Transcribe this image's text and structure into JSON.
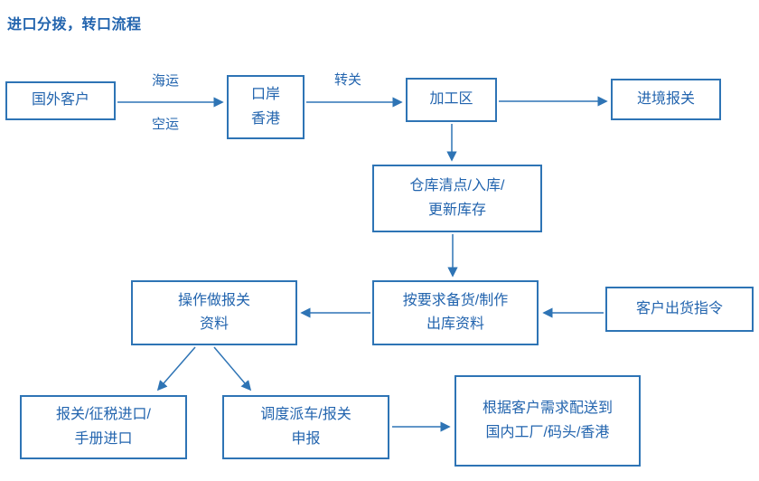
{
  "title": "进口分拨，转口流程",
  "colors": {
    "accent": "#2E74B5",
    "text": "#2264AE",
    "background": "#FFFFFF"
  },
  "flowchart": {
    "nodes": {
      "foreign_customer": "国外客户",
      "port_hongkong": "口岸\n香港",
      "processing_zone": "加工区",
      "entry_customs": "进境报关",
      "warehouse_check": "仓库清点/入库/\n更新库存",
      "customs_documents": "操作做报关\n资料",
      "prepare_goods": "按要求备货/制作\n出库资料",
      "customer_shipping_order": "客户出货指令",
      "customs_tax_import": "报关/征税进口/\n手册进口",
      "dispatch_declare": "调度派车/报关\n申报",
      "delivery_destination": "根据客户需求配送到\n国内工厂/码头/香港"
    },
    "edge_labels": {
      "sea_freight": "海运",
      "air_freight": "空运",
      "transit_customs": "转关"
    }
  }
}
